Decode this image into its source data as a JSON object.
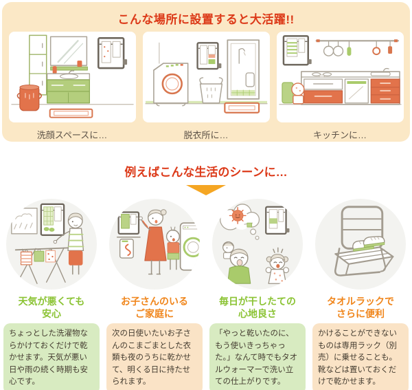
{
  "palette": {
    "cream_bg": "#FBE8C6",
    "accent_red": "#DC3918",
    "arrow_orange": "#F5A623",
    "green_heading": "#8BC334",
    "orange_heading": "#F0861C",
    "green_box_bg": "#D8EBC1",
    "peach_box_bg": "#FAE3C6",
    "caption_text": "#5D5348",
    "body_text": "#443C30",
    "circle_bg": "#F3F3F0"
  },
  "top_section": {
    "title": "こんな場所に設置すると大活躍!!",
    "locations": [
      {
        "caption": "洗顔スペースに…",
        "illustration": "washroom-vanity"
      },
      {
        "caption": "脱衣所に…",
        "illustration": "laundry-dressing-room"
      },
      {
        "caption": "キッチンに…",
        "illustration": "kitchen-counter"
      }
    ]
  },
  "scenes_section": {
    "title": "例えばこんな生活のシーンに…",
    "scenes": [
      {
        "heading_line1": "天気が悪くても",
        "heading_line2": "安心",
        "body": "ちょっとした洗濯物ならかけておくだけで乾かせます。天気が悪い日や雨の続く時期も安心です。",
        "illustration": "indoor-drying-rack-rainy-day"
      },
      {
        "heading_line1": "お子さんのいる",
        "heading_line2": "ご家庭に",
        "body": "次の日使いたいお子さんのこまごまとした衣類も夜のうちに乾かせて、明くる日に持たせられます。",
        "illustration": "mother-and-child-laundry"
      },
      {
        "heading_line1": "毎日が干したての",
        "heading_line2": "心地良さ",
        "body": "「やっと乾いたのに、もう使いきっちゃった。」なんて時でもタオルウォーマーで洗い立ての仕上がりです。",
        "illustration": "family-fresh-towels"
      },
      {
        "heading_line1": "タオルラックで",
        "heading_line2": "さらに便利",
        "body": "かけることができないものは専用ラック（別売）に乗せることも。靴などは置いておくだけで乾かせます。",
        "illustration": "towel-rack-with-shoes"
      }
    ]
  }
}
